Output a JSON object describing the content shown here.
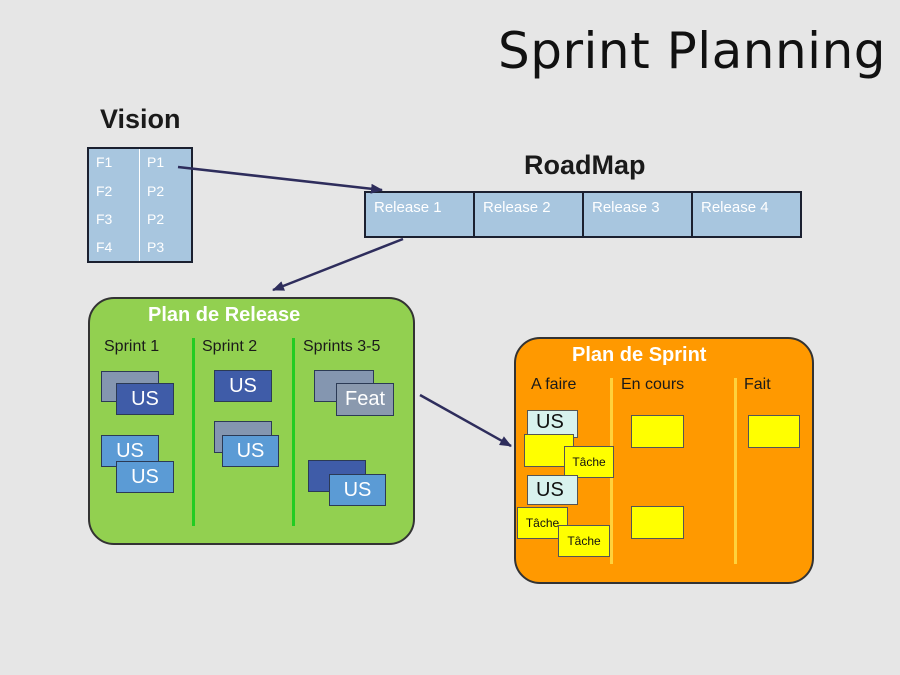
{
  "title": "Sprint Planning",
  "vision": {
    "label": "Vision",
    "rows": [
      [
        "F1",
        "P1"
      ],
      [
        "F2",
        "P2"
      ],
      [
        "F3",
        "P2"
      ],
      [
        "F4",
        "P3"
      ]
    ]
  },
  "roadmap": {
    "label": "RoadMap",
    "releases": [
      "Release 1",
      "Release 2",
      "Release 3",
      "Release 4"
    ]
  },
  "release_plan": {
    "title": "Plan de Release",
    "columns": [
      "Sprint 1",
      "Sprint 2",
      "Sprints 3-5"
    ],
    "card_us": "US",
    "card_feat": "Feat"
  },
  "sprint_plan": {
    "title": "Plan de Sprint",
    "columns": [
      "A faire",
      "En cours",
      "Fait"
    ],
    "card_us": "US",
    "card_task": "Tâche"
  },
  "colors": {
    "background": "#e6e6e6",
    "table_fill": "#a8c6df",
    "release_box": "#92d050",
    "sprint_box": "#ff9900",
    "sticky_yellow": "#ffff00",
    "arrow": "#2e2d5c"
  }
}
